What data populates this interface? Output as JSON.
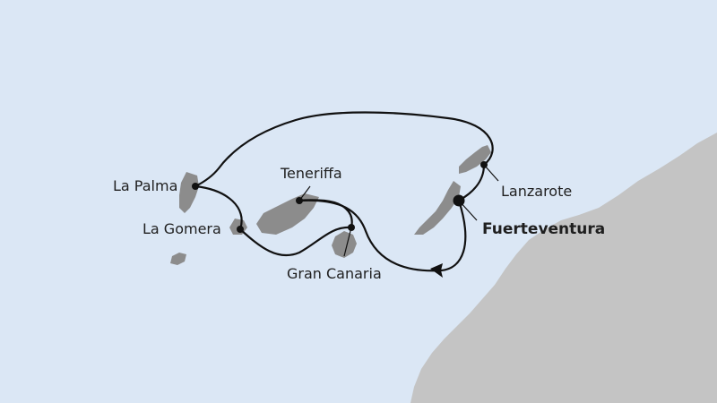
{
  "map": {
    "colors": {
      "sea": "#dbe7f5",
      "land": "#c4c4c4",
      "island": "#8c8c8c",
      "route": "#111111"
    },
    "ports": [
      {
        "id": "la-palma",
        "name": "La Palma",
        "is_start": false
      },
      {
        "id": "la-gomera",
        "name": "La Gomera",
        "is_start": false
      },
      {
        "id": "teneriffa",
        "name": "Teneriffa",
        "is_start": false
      },
      {
        "id": "gran-canaria",
        "name": "Gran Canaria",
        "is_start": false
      },
      {
        "id": "lanzarote",
        "name": "Lanzarote",
        "is_start": false
      },
      {
        "id": "fuerteventura",
        "name": "Fuerteventura",
        "is_start": true
      }
    ]
  }
}
